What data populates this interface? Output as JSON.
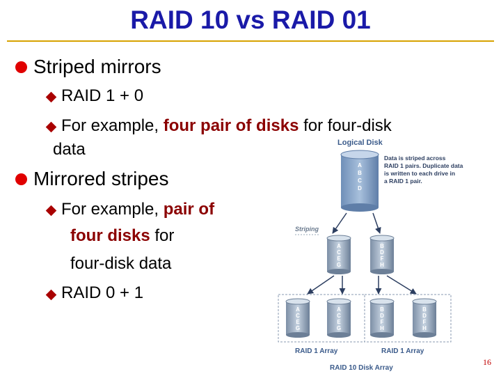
{
  "slide": {
    "title": "RAID 10 vs RAID 01",
    "page_number": "16",
    "bullets": {
      "b1": "Striped mirrors",
      "b1_sub1": "RAID 1 + 0",
      "b1_sub2_pre": "For example, ",
      "b1_sub2_bold": "four pair of disks",
      "b1_sub2_post": " for four-disk",
      "b1_sub2_cont": "data",
      "b2": "Mirrored stripes",
      "b2_sub1_pre": "For example, ",
      "b2_sub1_bold1": "pair of",
      "b2_sub1_bold2": "four disks",
      "b2_sub1_post": " for",
      "b2_sub1_line3": "four-disk data",
      "b2_sub2": "RAID 0 + 1"
    }
  },
  "diagram": {
    "logical_disk_label": "Logical Disk",
    "logical_disk_blocks": [
      "A",
      "B",
      "C",
      "D"
    ],
    "note_lines": [
      "Data is striped across",
      "RAID 1 pairs. Duplicate data",
      "is written to each drive in",
      "a RAID 1 pair."
    ],
    "striping_label": "Striping",
    "stripe_left_blocks": [
      "A",
      "C",
      "E",
      "G"
    ],
    "stripe_right_blocks": [
      "B",
      "D",
      "F",
      "H"
    ],
    "array_label_left": "RAID 1 Array",
    "array_label_right": "RAID 1 Array",
    "caption": "RAID 10 Disk Array"
  }
}
